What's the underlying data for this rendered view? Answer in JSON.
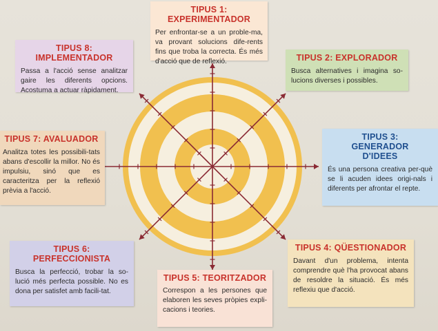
{
  "types": [
    {
      "key": "t1",
      "title": "TIPUS 1: EXPERIMENTADOR",
      "description": "Per enfrontar-se a un proble-ma, va provant solucions dife-rents fins que troba la correcta. És més d'acció que de reflexió.",
      "color": "#fbe7d4"
    },
    {
      "key": "t2",
      "title": "TIPUS 2: EXPLORADOR",
      "description": "Busca alternatives i imagina so-lucions diverses i possibles.",
      "color": "#cfe0b6"
    },
    {
      "key": "t3",
      "title": "TIPUS 3: GENERADOR D'IDEES",
      "description": "És una persona creativa per-què se li acuden idees origi-nals i diferents per afrontar el repte.",
      "color": "#c8def0"
    },
    {
      "key": "t4",
      "title": "TIPUS 4: QÜESTIONADOR",
      "description": "Davant d'un problema, intenta comprendre què l'ha provocat abans de resoldre la situació. És més reflexiu que d'acció.",
      "color": "#f4e3bd"
    },
    {
      "key": "t5",
      "title": "TIPUS 5: TEORITZADOR",
      "description": "Correspon a les persones que elaboren les seves pròpies expli-cacions i teories.",
      "color": "#f9e2d6"
    },
    {
      "key": "t6",
      "title": "TIPUS 6: PERFECCIONISTA",
      "description": "Busca la perfecció, trobar la so-lució més perfecta possible. No es dona per satisfet amb facili-tat.",
      "color": "#d2d0e8"
    },
    {
      "key": "t7",
      "title": "TIPUS 7: AVALUADOR",
      "description": "Analitza totes les possibili-tats abans d'escollir la millor. No és impulsiu, sinó que es caracteritza per la reflexió prèvia a l'acció.",
      "color": "#f0d8bc"
    },
    {
      "key": "t8",
      "title": "TIPUS 8: IMPLEMENTADOR",
      "description": "Passa a l'acció sense analitzar gaire les diferents opcions. Acostuma a actuar ràpidament.",
      "color": "#e6d5e8"
    }
  ],
  "colors": {
    "ring_fill": "#f1c04f",
    "ring_gap": "#f6efdf",
    "axis": "#8a2a34",
    "title_red": "#c8322b",
    "title_blue": "#1f4f8f"
  }
}
